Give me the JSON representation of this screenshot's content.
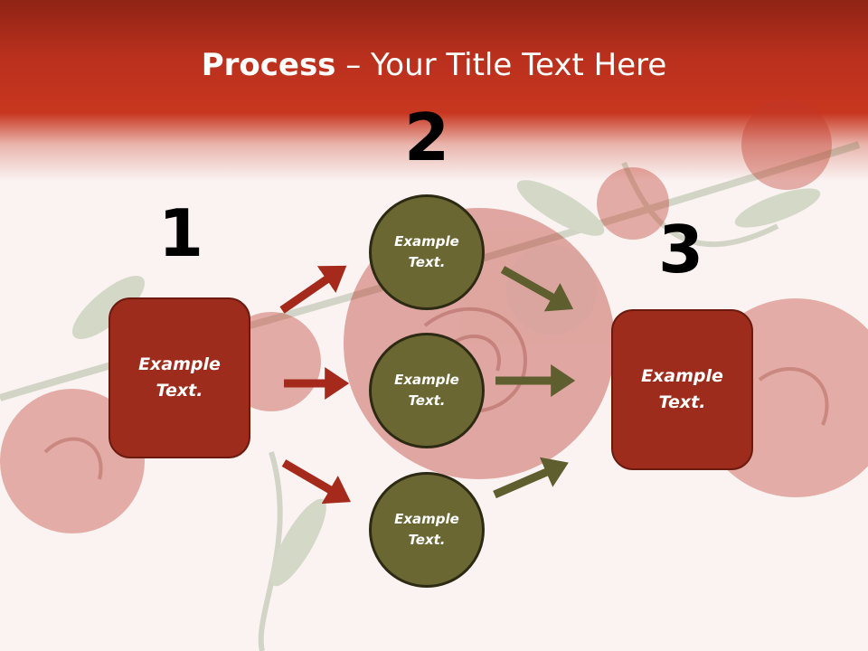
{
  "title": {
    "bold": "Process",
    "rest": " – Your Title Text Here"
  },
  "steps": {
    "one": "1",
    "two": "2",
    "three": "3"
  },
  "box_left": {
    "line1": "Example",
    "line2": "Text."
  },
  "box_right": {
    "line1": "Example",
    "line2": "Text."
  },
  "circles": [
    {
      "line1": "Example",
      "line2": "Text."
    },
    {
      "line1": "Example",
      "line2": "Text."
    },
    {
      "line1": "Example",
      "line2": "Text."
    }
  ],
  "colors": {
    "red_box": "#9e2c1d",
    "olive_circle": "#6a6733",
    "red_arrow": "#a52a1c",
    "olive_arrow": "#5f5e2e"
  }
}
